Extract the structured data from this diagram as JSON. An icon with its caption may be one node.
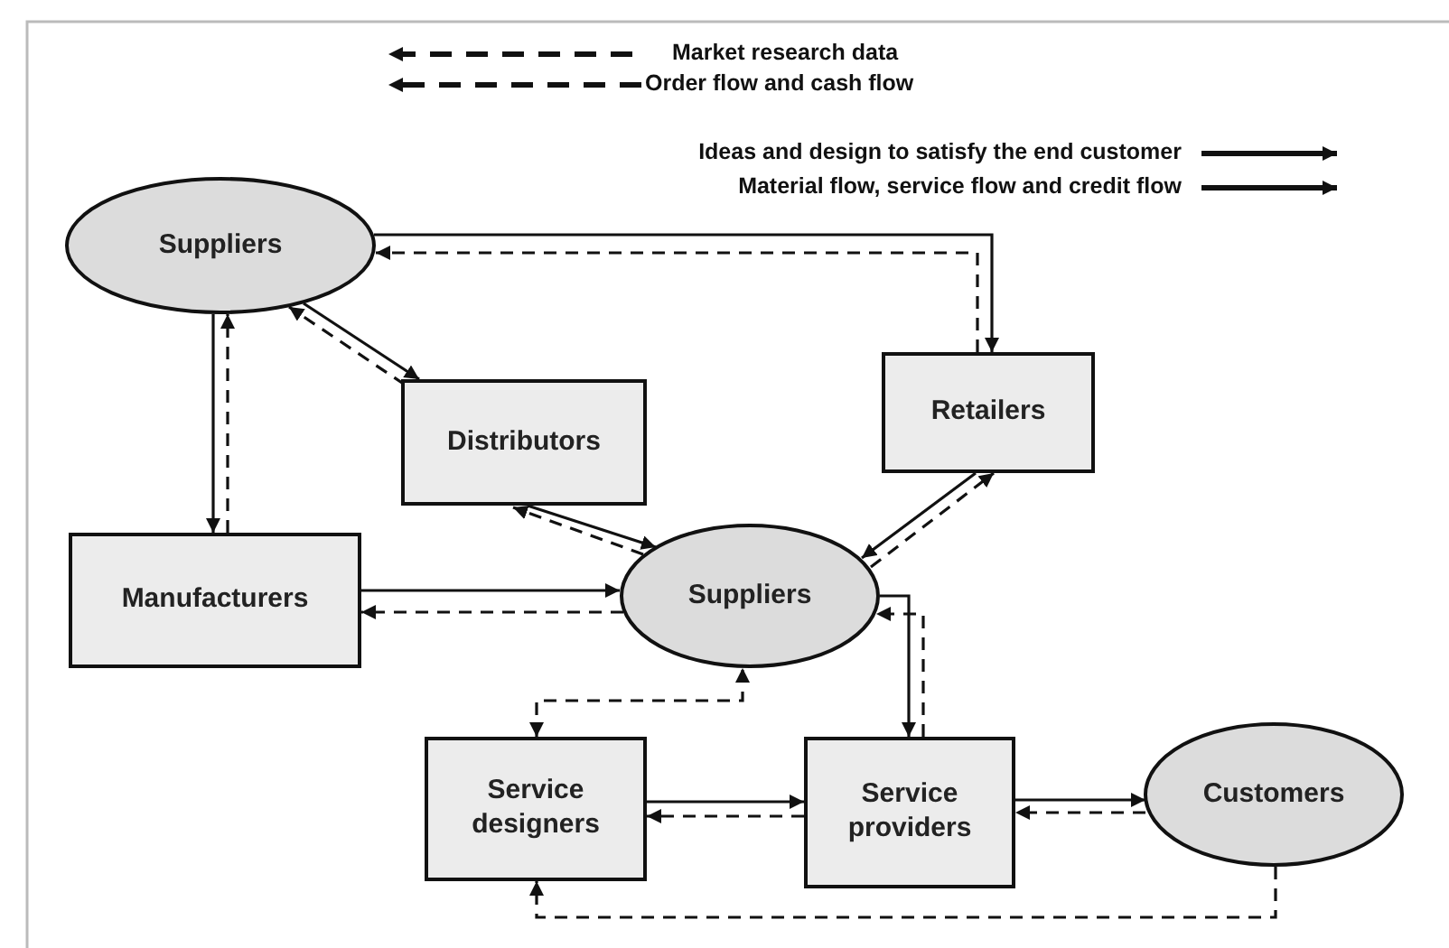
{
  "diagram": {
    "nodes": [
      {
        "text": [
          "Suppliers"
        ]
      },
      {
        "text": [
          "Distributors"
        ]
      },
      {
        "text": [
          "Retailers"
        ]
      },
      {
        "text": [
          "Manufacturers"
        ]
      },
      {
        "text": [
          "Suppliers"
        ]
      },
      {
        "text": [
          "Service designers"
        ]
      },
      {
        "text": [
          "Service providers"
        ]
      },
      {
        "text": [
          "Customers"
        ]
      }
    ],
    "edges": [
      {
        "from": 0,
        "to": 2,
        "arrow": "to"
      },
      {
        "from": 2,
        "to": 0,
        "arrow": "to",
        "style": "dashed"
      },
      {
        "from": 0,
        "to": 3,
        "arrow": "to"
      },
      {
        "from": 3,
        "to": 0,
        "arrow": "to",
        "style": "dashed"
      },
      {
        "from": 0,
        "to": 1,
        "arrow": "to"
      },
      {
        "from": 1,
        "to": 0,
        "arrow": "to",
        "style": "dashed"
      },
      {
        "from": 1,
        "to": 4,
        "arrow": "to"
      },
      {
        "from": 4,
        "to": 1,
        "arrow": "to",
        "style": "dashed"
      },
      {
        "from": 3,
        "to": 4,
        "arrow": "to"
      },
      {
        "from": 4,
        "to": 3,
        "arrow": "to",
        "style": "dashed"
      },
      {
        "from": 2,
        "to": 4,
        "arrow": "to"
      },
      {
        "from": 4,
        "to": 2,
        "arrow": "to",
        "style": "dashed"
      },
      {
        "from": 4,
        "to": 6,
        "arrow": "to"
      },
      {
        "from": 6,
        "to": 4,
        "arrow": "to",
        "style": "dashed"
      },
      {
        "from": 5,
        "to": 4,
        "arrow": "both",
        "style": "dashed"
      },
      {
        "from": 5,
        "to": 6,
        "arrow": "to"
      },
      {
        "from": 6,
        "to": 5,
        "arrow": "to",
        "style": "dashed"
      },
      {
        "from": 6,
        "to": 7,
        "arrow": "to"
      },
      {
        "from": 7,
        "to": 6,
        "arrow": "to",
        "style": "dashed"
      },
      {
        "from": 7,
        "to": 5,
        "arrow": "to",
        "style": "dashed"
      }
    ],
    "legend": [
      {
        "text": "Market research data"
      },
      {
        "text": "Order flow and cash flow"
      },
      {
        "text": "Ideas and design to satisfy the end customer"
      },
      {
        "text": "Material flow, service flow and credit flow"
      }
    ]
  }
}
